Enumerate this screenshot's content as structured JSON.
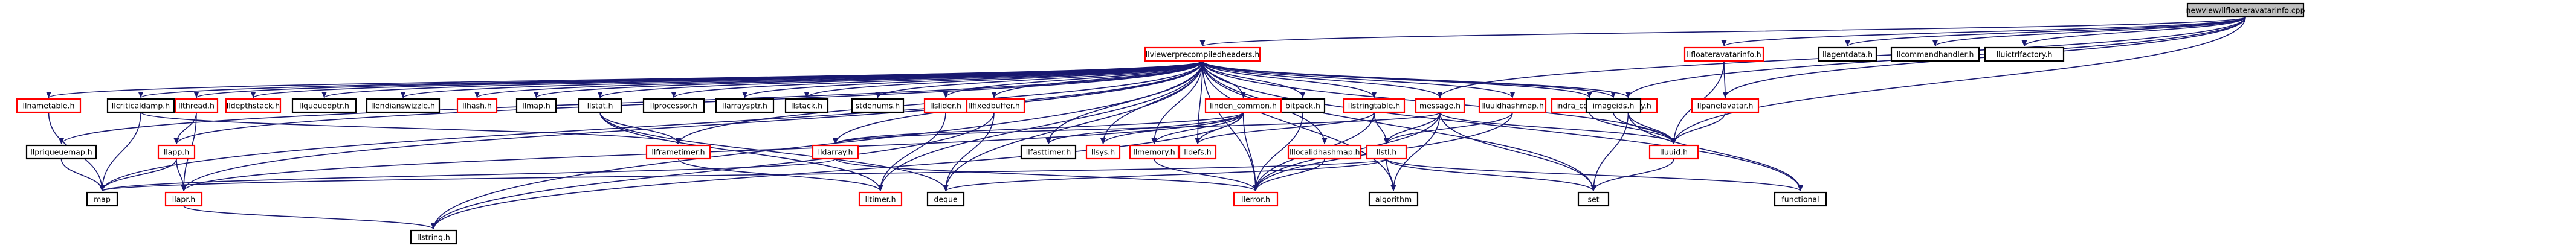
{
  "colors": {
    "edge": "#191970",
    "normal_border": "#000000",
    "missing_border": "#ff0000",
    "root_fill": "#bfbfbf",
    "node_fill": "#ffffff"
  },
  "nodes": [
    {
      "id": "root",
      "label": "newview/llfloateravatarinfo.cpp",
      "style": "root"
    },
    {
      "id": "llviewerprecompiledheaders",
      "label": "llviewerprecompiledheaders.h",
      "style": "missing"
    },
    {
      "id": "llfloateravatarinfo",
      "label": "llfloateravatarinfo.h",
      "style": "missing"
    },
    {
      "id": "llagentdata",
      "label": "llagentdata.h",
      "style": "normal"
    },
    {
      "id": "llcommandhandler",
      "label": "llcommandhandler.h",
      "style": "normal"
    },
    {
      "id": "lluictrlfactory",
      "label": "lluictrlfactory.h",
      "style": "normal"
    },
    {
      "id": "llinventory",
      "label": "llinventory.h",
      "style": "missing"
    },
    {
      "id": "llpanelavatar",
      "label": "llpanelavatar.h",
      "style": "missing"
    },
    {
      "id": "lluuid",
      "label": "lluuid.h",
      "style": "missing"
    },
    {
      "id": "message",
      "label": "message.h",
      "style": "missing"
    },
    {
      "id": "lluuidhashmap",
      "label": "lluuidhashmap.h",
      "style": "missing"
    },
    {
      "id": "indra_constants",
      "label": "indra_constants.h",
      "style": "missing"
    },
    {
      "id": "imageids",
      "label": "imageids.h",
      "style": "normal"
    },
    {
      "id": "llstringtable",
      "label": "llstringtable.h",
      "style": "missing"
    },
    {
      "id": "bitpack",
      "label": "bitpack.h",
      "style": "normal"
    },
    {
      "id": "lllocalidhashmap",
      "label": "lllocalidhashmap.h",
      "style": "missing"
    },
    {
      "id": "llstl",
      "label": "llstl.h",
      "style": "missing"
    },
    {
      "id": "linden_common",
      "label": "linden_common.h",
      "style": "missing"
    },
    {
      "id": "llmemory",
      "label": "llmemory.h",
      "style": "missing"
    },
    {
      "id": "lldefs",
      "label": "lldefs.h",
      "style": "missing"
    },
    {
      "id": "llerror",
      "label": "llerror.h",
      "style": "missing"
    },
    {
      "id": "llsys",
      "label": "llsys.h",
      "style": "missing"
    },
    {
      "id": "llfasttimer",
      "label": "llfasttimer.h",
      "style": "normal"
    },
    {
      "id": "llfixedbuffer",
      "label": "llfixedbuffer.h",
      "style": "missing"
    },
    {
      "id": "llslider",
      "label": "llslider.h",
      "style": "missing"
    },
    {
      "id": "stdenums",
      "label": "stdenums.h",
      "style": "normal"
    },
    {
      "id": "lltimer",
      "label": "lltimer.h",
      "style": "missing"
    },
    {
      "id": "llstack",
      "label": "llstack.h",
      "style": "normal"
    },
    {
      "id": "llarraysptr",
      "label": "llarraysptr.h",
      "style": "normal"
    },
    {
      "id": "llprocessor",
      "label": "llprocessor.h",
      "style": "normal"
    },
    {
      "id": "llstat",
      "label": "llstat.h",
      "style": "normal"
    },
    {
      "id": "lldarray",
      "label": "lldarray.h",
      "style": "missing"
    },
    {
      "id": "llmap",
      "label": "llmap.h",
      "style": "normal"
    },
    {
      "id": "llhash",
      "label": "llhash.h",
      "style": "missing"
    },
    {
      "id": "llendianswizzle",
      "label": "llendianswizzle.h",
      "style": "normal"
    },
    {
      "id": "llqueuedthread",
      "label": "llqueuedptr.h",
      "style": "normal"
    },
    {
      "id": "lldepthstack",
      "label": "lldepthstack.h",
      "style": "missing"
    },
    {
      "id": "llthread",
      "label": "llthread.h",
      "style": "missing"
    },
    {
      "id": "llframetimer",
      "label": "llframetimer.h",
      "style": "missing"
    },
    {
      "id": "llcriticaldamp",
      "label": "llcriticaldamp.h",
      "style": "normal"
    },
    {
      "id": "llapp",
      "label": "llapp.h",
      "style": "missing"
    },
    {
      "id": "llapr",
      "label": "llapr.h",
      "style": "missing"
    },
    {
      "id": "llpriqueuemap",
      "label": "llpriqueuemap.h",
      "style": "normal"
    },
    {
      "id": "llnametable",
      "label": "llnametable.h",
      "style": "missing"
    },
    {
      "id": "llstring",
      "label": "llstring.h",
      "style": "normal"
    },
    {
      "id": "map",
      "label": "map",
      "style": "normal"
    },
    {
      "id": "deque",
      "label": "deque",
      "style": "normal"
    },
    {
      "id": "algorithm",
      "label": "algorithm",
      "style": "normal"
    },
    {
      "id": "set",
      "label": "set",
      "style": "normal"
    },
    {
      "id": "functional",
      "label": "functional",
      "style": "normal"
    }
  ],
  "edges": [
    [
      "root",
      "llviewerprecompiledheaders"
    ],
    [
      "root",
      "llfloateravatarinfo"
    ],
    [
      "root",
      "llagentdata"
    ],
    [
      "root",
      "llcommandhandler"
    ],
    [
      "root",
      "lluictrlfactory"
    ],
    [
      "root",
      "llinventory"
    ],
    [
      "root",
      "message"
    ],
    [
      "root",
      "llpanelavatar"
    ],
    [
      "root",
      "lluuid"
    ],
    [
      "llfloateravatarinfo",
      "llpanelavatar"
    ],
    [
      "llfloateravatarinfo",
      "lluuid"
    ],
    [
      "llpanelavatar",
      "lluuid"
    ],
    [
      "llinventory",
      "lluuid"
    ],
    [
      "llinventory",
      "set"
    ],
    [
      "llinventory",
      "functional"
    ],
    [
      "lluuid",
      "set"
    ],
    [
      "llviewerprecompiledheaders",
      "llnametable"
    ],
    [
      "llviewerprecompiledheaders",
      "llpriqueuemap"
    ],
    [
      "llviewerprecompiledheaders",
      "llcriticaldamp"
    ],
    [
      "llviewerprecompiledheaders",
      "llthread"
    ],
    [
      "llviewerprecompiledheaders",
      "lldepthstack"
    ],
    [
      "llviewerprecompiledheaders",
      "llqueuedthread"
    ],
    [
      "llviewerprecompiledheaders",
      "llendianswizzle"
    ],
    [
      "llviewerprecompiledheaders",
      "llhash"
    ],
    [
      "llviewerprecompiledheaders",
      "llmap"
    ],
    [
      "llviewerprecompiledheaders",
      "llstat"
    ],
    [
      "llviewerprecompiledheaders",
      "llprocessor"
    ],
    [
      "llviewerprecompiledheaders",
      "llstack"
    ],
    [
      "llviewerprecompiledheaders",
      "llarraysptr"
    ],
    [
      "llviewerprecompiledheaders",
      "llslider"
    ],
    [
      "llviewerprecompiledheaders",
      "stdenums"
    ],
    [
      "llviewerprecompiledheaders",
      "linden_common"
    ],
    [
      "llviewerprecompiledheaders",
      "llstringtable"
    ],
    [
      "llviewerprecompiledheaders",
      "message"
    ],
    [
      "llviewerprecompiledheaders",
      "lluuidhashmap"
    ],
    [
      "llviewerprecompiledheaders",
      "indra_constants"
    ],
    [
      "llviewerprecompiledheaders",
      "imageids"
    ],
    [
      "llviewerprecompiledheaders",
      "llinventory"
    ],
    [
      "llviewerprecompiledheaders",
      "bitpack"
    ],
    [
      "llviewerprecompiledheaders",
      "lllocalidhashmap"
    ],
    [
      "llviewerprecompiledheaders",
      "llfixedbuffer"
    ],
    [
      "llviewerprecompiledheaders",
      "llfasttimer"
    ],
    [
      "llviewerprecompiledheaders",
      "llsys"
    ],
    [
      "llviewerprecompiledheaders",
      "llmemory"
    ],
    [
      "llviewerprecompiledheaders",
      "lldefs"
    ],
    [
      "llviewerprecompiledheaders",
      "llerror"
    ],
    [
      "llviewerprecompiledheaders",
      "lldarray"
    ],
    [
      "llviewerprecompiledheaders",
      "llframetimer"
    ],
    [
      "llviewerprecompiledheaders",
      "lltimer"
    ],
    [
      "llviewerprecompiledheaders",
      "llapp"
    ],
    [
      "llviewerprecompiledheaders",
      "llapr"
    ],
    [
      "llviewerprecompiledheaders",
      "llstring"
    ],
    [
      "llviewerprecompiledheaders",
      "map"
    ],
    [
      "llviewerprecompiledheaders",
      "deque"
    ],
    [
      "llviewerprecompiledheaders",
      "algorithm"
    ],
    [
      "llviewerprecompiledheaders",
      "set"
    ],
    [
      "llviewerprecompiledheaders",
      "functional"
    ],
    [
      "llviewerprecompiledheaders",
      "lluuid"
    ],
    [
      "llnametable",
      "map"
    ],
    [
      "llpriqueuemap",
      "map"
    ],
    [
      "llcriticaldamp",
      "map"
    ],
    [
      "llcriticaldamp",
      "llframetimer"
    ],
    [
      "llthread",
      "llapp"
    ],
    [
      "llthread",
      "llapr"
    ],
    [
      "llapp",
      "map"
    ],
    [
      "llapp",
      "llapr"
    ],
    [
      "llapr",
      "llstring"
    ],
    [
      "llstat",
      "llframetimer"
    ],
    [
      "llstat",
      "lltimer"
    ],
    [
      "llstat",
      "deque"
    ],
    [
      "llslider",
      "lltimer"
    ],
    [
      "llframetimer",
      "lltimer"
    ],
    [
      "lldarray",
      "llerror"
    ],
    [
      "lldarray",
      "map"
    ],
    [
      "llfixedbuffer",
      "deque"
    ],
    [
      "llfixedbuffer",
      "llstring"
    ],
    [
      "linden_common",
      "llsys"
    ],
    [
      "linden_common",
      "llmemory"
    ],
    [
      "linden_common",
      "lldefs"
    ],
    [
      "linden_common",
      "llerror"
    ],
    [
      "linden_common",
      "llapr"
    ],
    [
      "linden_common",
      "llstring"
    ],
    [
      "linden_common",
      "llfasttimer"
    ],
    [
      "linden_common",
      "lldarray"
    ],
    [
      "llmemory",
      "llerror"
    ],
    [
      "llstringtable",
      "llstl"
    ],
    [
      "llstringtable",
      "lldefs"
    ],
    [
      "llstringtable",
      "llerror"
    ],
    [
      "lllocalidhashmap",
      "llerror"
    ],
    [
      "lluuidhashmap",
      "llstl"
    ],
    [
      "lluuidhashmap",
      "llerror"
    ],
    [
      "message",
      "llstl"
    ],
    [
      "message",
      "lldarray"
    ],
    [
      "message",
      "llerror"
    ],
    [
      "message",
      "lluuid"
    ],
    [
      "message",
      "set"
    ],
    [
      "message",
      "algorithm"
    ],
    [
      "llstl",
      "map"
    ],
    [
      "llstl",
      "set"
    ],
    [
      "llstl",
      "deque"
    ],
    [
      "llstl",
      "algorithm"
    ],
    [
      "llstl",
      "functional"
    ],
    [
      "indra_constants",
      "lluuid"
    ],
    [
      "imageids",
      "lluuid"
    ],
    [
      "bitpack",
      "llerror"
    ]
  ]
}
